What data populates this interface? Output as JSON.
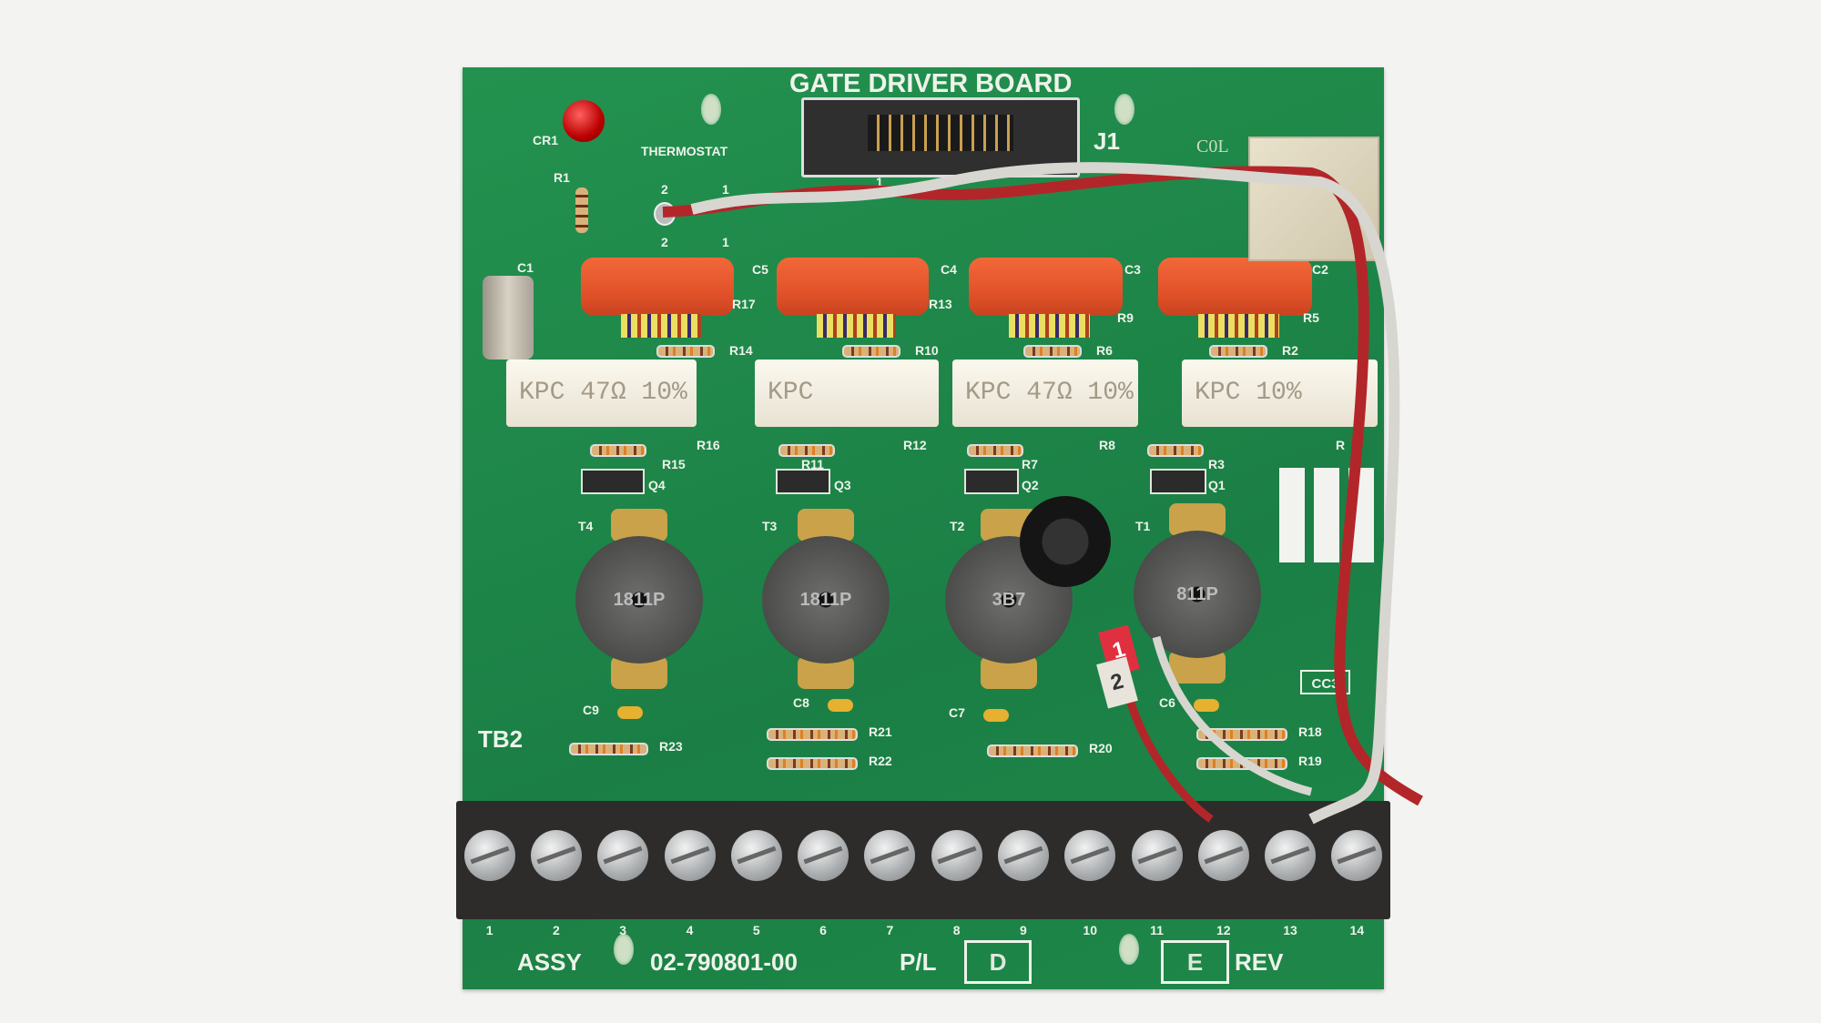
{
  "board": {
    "title": "GATE DRIVER BOARD",
    "connector_label": "J1",
    "connector_pin1": "1",
    "led_label": "CR1",
    "thermostat_label": "THERMOSTAT",
    "thermostat_pins": [
      "2",
      "1",
      "2",
      "1"
    ],
    "handwritten": "C0L",
    "c1_label": "C1",
    "r1_label": "R1",
    "tb_label": "TB2",
    "logo_code": "CC3",
    "capacitor_labels": [
      "C5",
      "C4",
      "C3",
      "C2"
    ],
    "top_resistor_labels": [
      "R17",
      "R13",
      "R9",
      "R5"
    ],
    "small_resistor_labels": [
      "R14",
      "R10",
      "R6",
      "R2"
    ],
    "power_resistor_labels": [
      "R16",
      "R12",
      "R8",
      "R"
    ],
    "power_resistor_texts": [
      "KPC 47Ω 10%",
      "KPC",
      "KPC 47Ω 10%",
      "KPC    10%"
    ],
    "lower_resistor_labels": [
      "R15",
      "R11",
      "R7",
      "R3"
    ],
    "transistor_labels": [
      "Q4",
      "Q3",
      "Q2",
      "Q1"
    ],
    "transformer_labels": [
      "T4",
      "T3",
      "T2",
      "T1"
    ],
    "transformer_markings": [
      "1811P",
      "1811P",
      "3B7",
      "811P"
    ],
    "small_cap_labels": [
      "C9",
      "C8",
      "C7",
      "C6"
    ],
    "bottom_resistor_labels": [
      "R23",
      "R21",
      "R22",
      "R20",
      "R18",
      "R19"
    ],
    "wire_lug_labels": [
      "1",
      "2"
    ]
  },
  "terminal_block": {
    "numbers": [
      "1",
      "2",
      "3",
      "4",
      "5",
      "6",
      "7",
      "8",
      "9",
      "10",
      "11",
      "12",
      "13",
      "14"
    ]
  },
  "footer": {
    "assy": "ASSY",
    "part_number": "02-790801-00",
    "pl": "P/L",
    "pl_box": "D",
    "rev_box": "E",
    "rev": "REV"
  }
}
